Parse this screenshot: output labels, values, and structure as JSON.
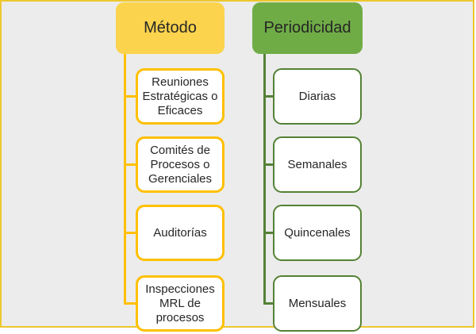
{
  "diagram": {
    "type": "hierarchy-list",
    "colors": {
      "canvas-bg": "#ffffff",
      "slide-bg": "#ececec",
      "frame-border": "#edc72f",
      "metodo-header-fill": "#fbd34d",
      "metodo-line": "#ffc000",
      "periodicidad-header-fill": "#6fac46",
      "periodicidad-line": "#548235",
      "item-fill": "#ffffff",
      "text": "#262626"
    },
    "columns": [
      {
        "id": "metodo",
        "header": "Método",
        "items": [
          "Reuniones Estratégicas o Eficaces",
          "Comités de Procesos o Gerenciales",
          "Auditorías",
          "Inspecciones MRL de procesos"
        ]
      },
      {
        "id": "periodicidad",
        "header": "Periodicidad",
        "items": [
          "Diarias",
          "Semanales",
          "Quincenales",
          "Mensuales"
        ]
      }
    ]
  }
}
